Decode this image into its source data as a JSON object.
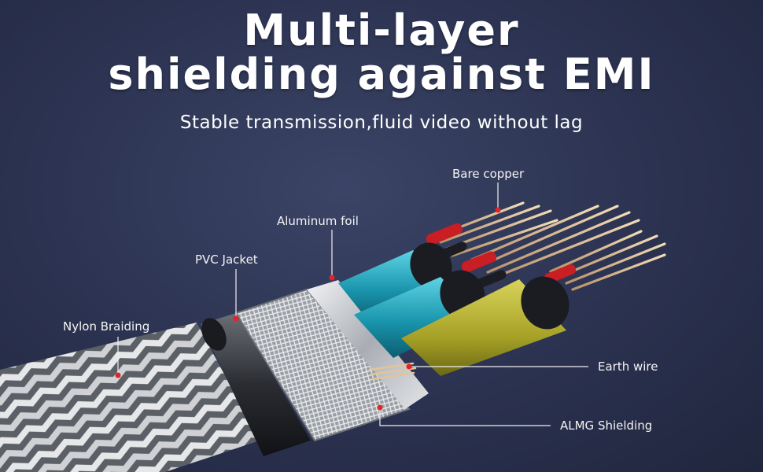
{
  "headline": {
    "line1": "Multi-layer",
    "line2": "shielding against EMI"
  },
  "subheadline": "Stable transmission,fluid video without lag",
  "callouts": {
    "bare_copper": "Bare copper",
    "aluminum_foil": "Aluminum foil",
    "pvc_jacket": "PVC Jacket",
    "nylon_braiding": "Nylon Braiding",
    "earth_wire": "Earth wire",
    "almg_shielding": "ALMG Shielding"
  },
  "colors": {
    "background": "#2b3250",
    "marker_dot": "#e0242a",
    "pair_blue": "#1aa6bd",
    "pair_yellow": "#b6b02a",
    "copper": "#d9b98a"
  }
}
